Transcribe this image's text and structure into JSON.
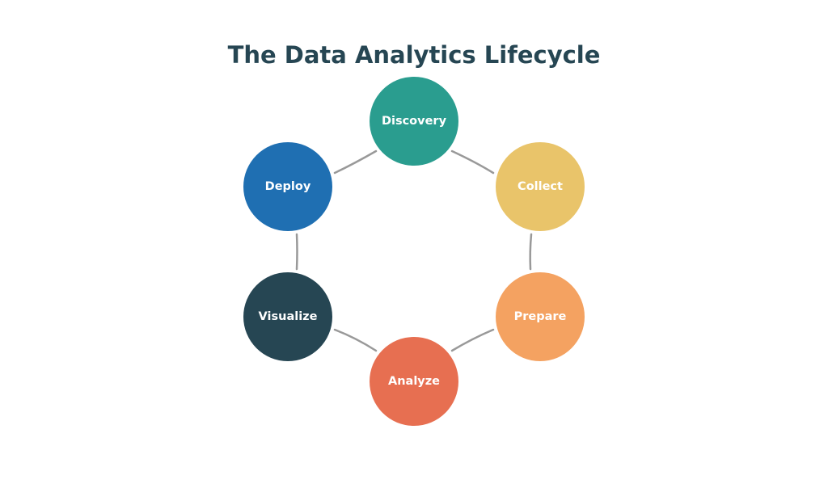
{
  "title": "The Data Analytics Lifecycle",
  "stages": [
    {
      "label": "Discovery",
      "color": "#2a9d8f"
    },
    {
      "label": "Collect",
      "color": "#e9c46a"
    },
    {
      "label": "Prepare",
      "color": "#f4a261"
    },
    {
      "label": "Analyze",
      "color": "#e76f51"
    },
    {
      "label": "Visualize",
      "color": "#264653"
    },
    {
      "label": "Deploy",
      "color": "#1f6fb2"
    }
  ],
  "connector_color": "#999999"
}
